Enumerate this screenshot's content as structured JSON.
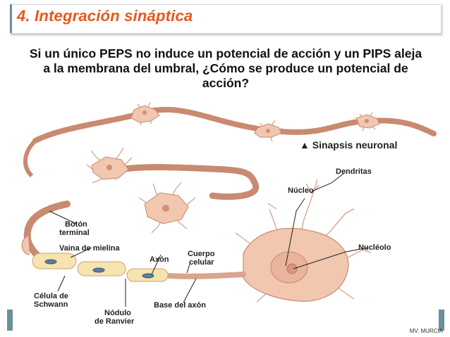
{
  "slide": {
    "title": "4. Integración sináptica",
    "question": "Si un único PEPS no induce un potencial de acción y un PIPS aleja a la membrana del umbral, ¿Cómo se produce un potencial de acción?",
    "footer": "MV. MURCIA"
  },
  "figure": {
    "caption": "▲ Sinapsis neuronal",
    "labels": {
      "dendritas": "Dendritas",
      "nucleo": "Núcleo",
      "nucleolo": "Nucléolo",
      "boton1": "Botón",
      "boton2": "terminal",
      "vaina": "Vaina de mielina",
      "axon": "Axón",
      "cuerpo1": "Cuerpo",
      "cuerpo2": "celular",
      "celula1": "Célula de",
      "celula2": "Schwann",
      "nodulo1": "Nódulo",
      "nodulo2": "de Ranvier",
      "base": "Base del axón"
    }
  },
  "colors": {
    "title": "#e8581a",
    "neuron_fill": "#f1c7b0",
    "neuron_stroke": "#c88a70",
    "myelin": "#f6e3b0",
    "accent": "#6b8f9d"
  }
}
